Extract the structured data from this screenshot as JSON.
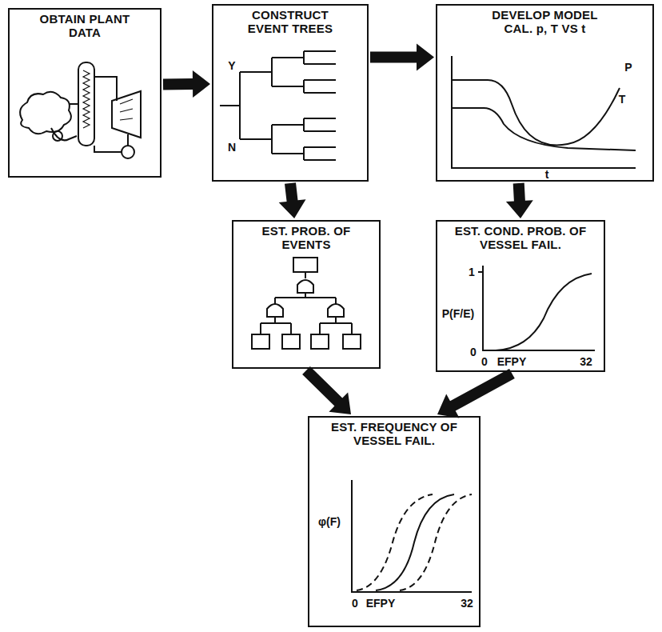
{
  "diagram": {
    "nodes": [
      {
        "text": [
          "OBTAIN PLANT DATA"
        ]
      },
      {
        "text": [
          "CONSTRUCT EVENT TREES"
        ]
      },
      {
        "text": [
          "DEVELOP MODEL CAL. p, T VS t"
        ]
      },
      {
        "text": [
          "EST. PROB. OF EVENTS"
        ]
      },
      {
        "text": [
          "EST. COND. PROB. OF VESSEL FAIL."
        ]
      },
      {
        "text": [
          "EST. FREQUENCY OF VESSEL FAIL."
        ]
      }
    ],
    "edges": [
      {
        "from": 0,
        "to": 1,
        "arrow": "to"
      },
      {
        "from": 1,
        "to": 2,
        "arrow": "to"
      },
      {
        "from": 1,
        "to": 3,
        "arrow": "to"
      },
      {
        "from": 2,
        "to": 4,
        "arrow": "to"
      },
      {
        "from": 3,
        "to": 5,
        "arrow": "to"
      },
      {
        "from": 4,
        "to": 5,
        "arrow": "to"
      }
    ],
    "labels": [
      "Y",
      "N",
      "P",
      "T",
      "t",
      "1",
      "P(F/E)",
      "0",
      "0",
      "EFPY",
      "32",
      "φ(F)",
      "0",
      "EFPY",
      "32"
    ]
  }
}
